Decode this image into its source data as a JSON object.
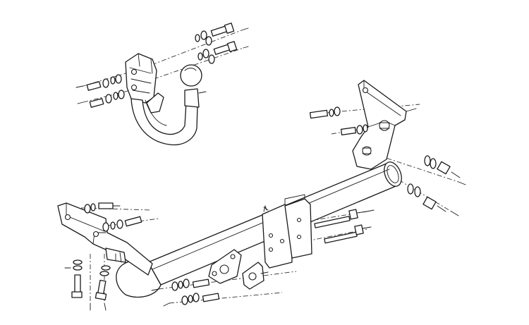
{
  "diagram": {
    "kind": "exploded-assembly-line-drawing",
    "subject": "towbar",
    "parts": [
      "tow-ball-neck",
      "crossbar-tube",
      "left-side-bracket",
      "right-side-bracket",
      "center-mounting-plates",
      "electric-socket-plate",
      "bolts-washers-nuts"
    ],
    "line_color": "#1a1a1a",
    "background": "#ffffff"
  }
}
